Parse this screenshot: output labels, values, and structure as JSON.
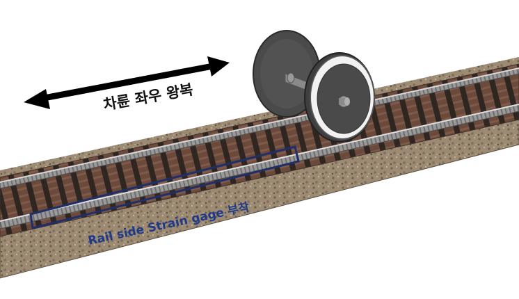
{
  "labels": {
    "motion": "차륜 좌우 왕복",
    "strain_gage": "Rail side Strain gage 부착"
  },
  "colors": {
    "ballast": "#9c8a73",
    "ballast_dark": "#6f604f",
    "sleeper": "#6b4a3c",
    "sleeper_top": "#7d5a4a",
    "rail": "#8c8c8c",
    "rail_light": "#cfcfcf",
    "wheel": "#4a4a4a",
    "wheel_rim": "#f2f2f2",
    "axle": "#8a8a8a",
    "highlight_box": "#1f2f6b",
    "label_blue": "#1f3a8a",
    "arrow": "#000000"
  },
  "icons": {
    "motion_arrow": "double-headed-arrow",
    "wheelset": "wheelset"
  }
}
